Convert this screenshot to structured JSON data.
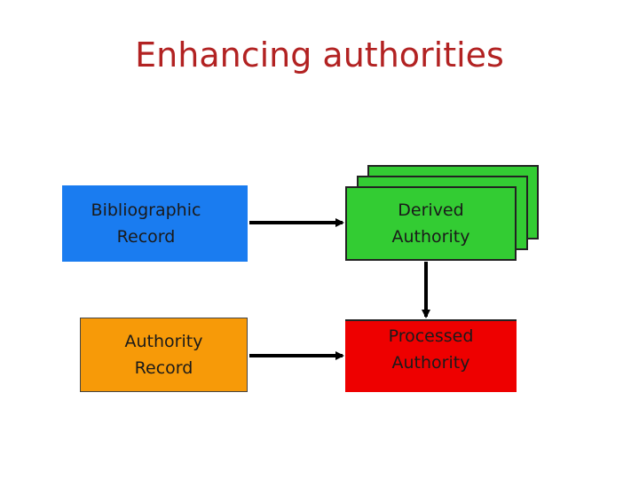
{
  "title": "Enhancing authorities",
  "boxes": {
    "bibliographic": {
      "label": "Bibliographic\nRecord",
      "color": "#1a7cf0"
    },
    "authority": {
      "label": "Authority\nRecord",
      "color": "#f79a08"
    },
    "derived": {
      "label": "Derived\nAuthority",
      "color": "#33cc33"
    },
    "processed": {
      "label": "Processed\nAuthority",
      "color": "#ee0000"
    }
  }
}
